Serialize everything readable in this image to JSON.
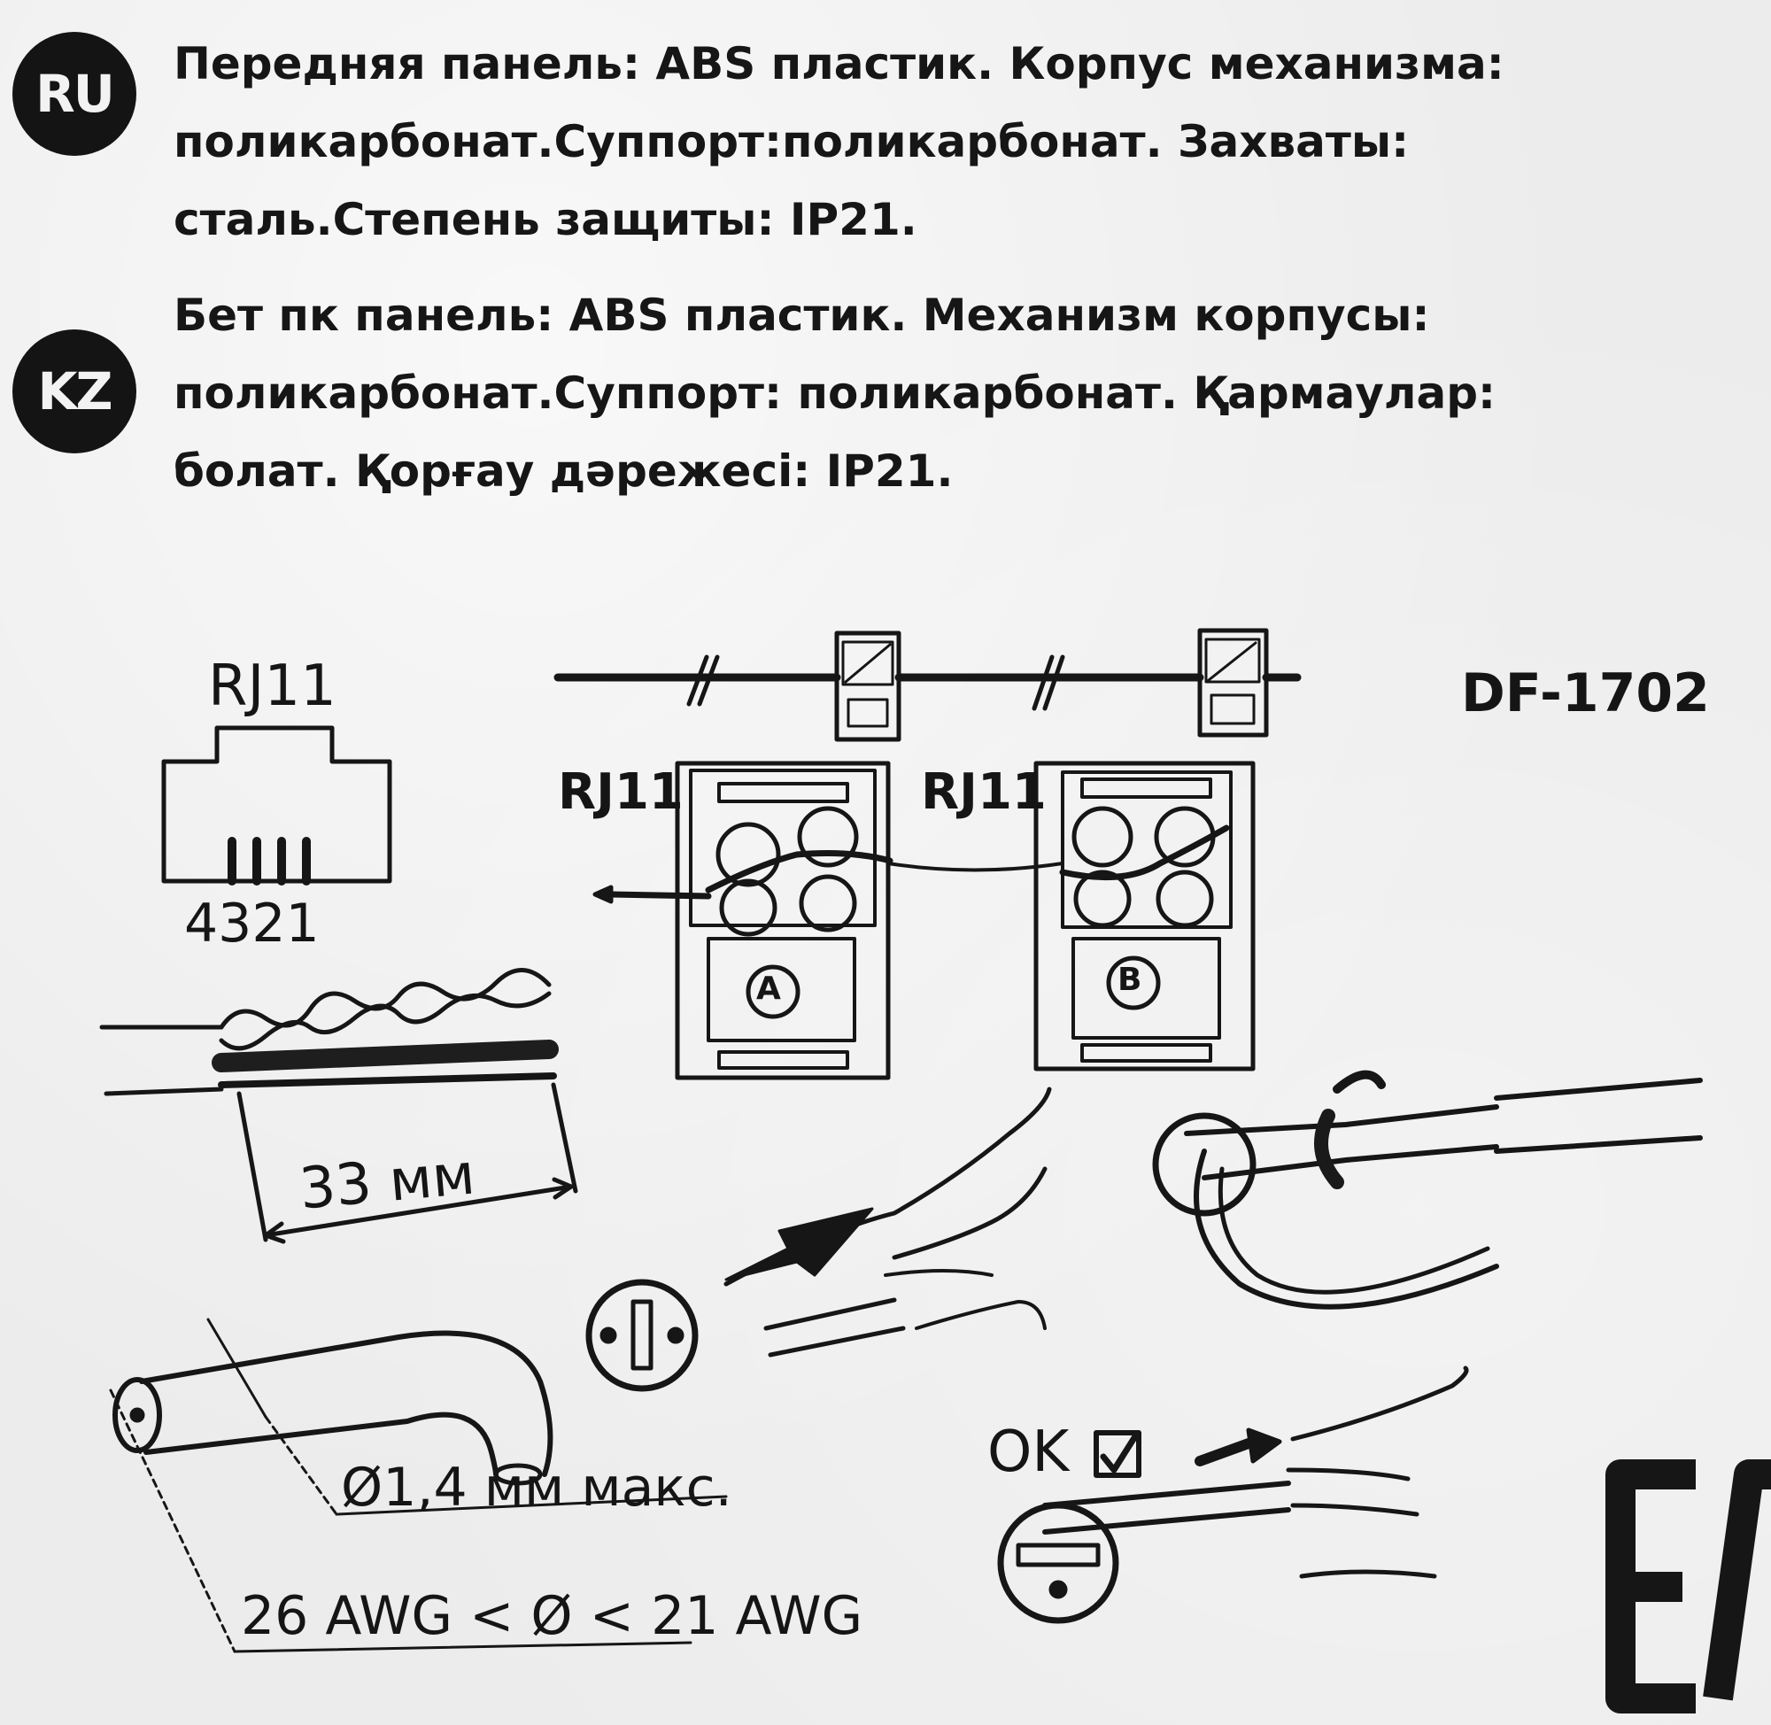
{
  "instructions": {
    "ru": {
      "badge": "RU",
      "lines": [
        "Передняя панель: ABS пластик. Корпус механизма:",
        "поликарбонат.Суппорт:поликарбонат. Захваты:",
        "сталь.Степень защиты: IP21."
      ]
    },
    "kz": {
      "badge": "KZ",
      "lines": [
        "Бет пк панель: ABS пластик. Механизм корпусы:",
        "поликарбонат.Суппорт: поликарбонат. Қармаулар:",
        "болат. Қорғау дәрежесі: IP21."
      ]
    }
  },
  "diagram": {
    "model": "DF-1702",
    "connector": {
      "type_label": "RJ11",
      "pin_numbers": "4321"
    },
    "socket_a": {
      "connector_label": "RJ11",
      "letter": "A"
    },
    "socket_b": {
      "connector_label": "RJ11",
      "letter": "B"
    },
    "strip_length": "33 мм",
    "wire_diameter": "Ø1,4 мм макс.",
    "wire_gauge": "26 AWG < Ø < 21 AWG",
    "ok_label": "OK",
    "certification_mark": "EAC"
  },
  "colors": {
    "paper": "#ececec",
    "ink": "#161616",
    "badge": "#141414"
  }
}
